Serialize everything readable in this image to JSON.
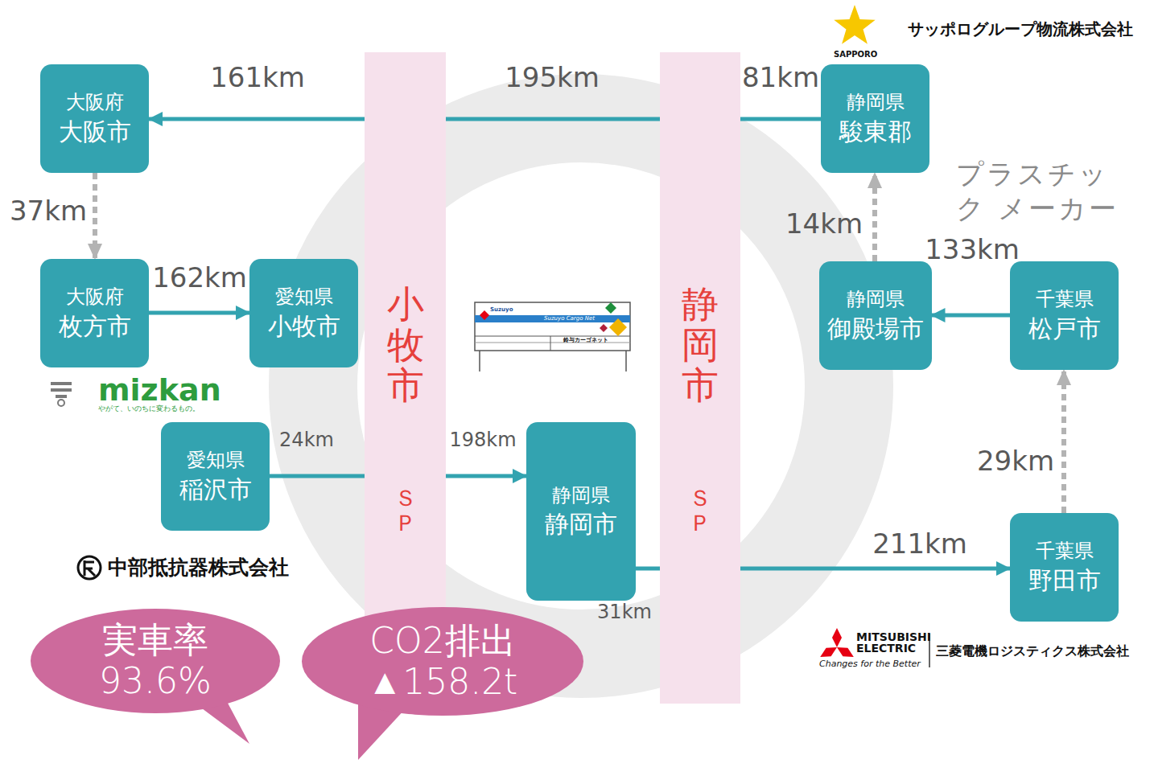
{
  "diagram": {
    "nodes": [
      {
        "text": [
          "大阪府",
          "大阪市"
        ]
      },
      {
        "text": [
          "小牧市",
          "ＳＰ"
        ]
      },
      {
        "text": [
          "静岡市",
          "ＳＰ"
        ]
      },
      {
        "text": [
          "静岡県",
          "駿東郡"
        ]
      },
      {
        "text": [
          "大阪府",
          "枚方市"
        ]
      },
      {
        "text": [
          "愛知県",
          "小牧市"
        ]
      },
      {
        "text": [
          "静岡県",
          "御殿場市"
        ]
      },
      {
        "text": [
          "千葉県",
          "松戸市"
        ]
      },
      {
        "text": [
          "愛知県",
          "稲沢市"
        ]
      },
      {
        "text": [
          "静岡県",
          "静岡市"
        ]
      },
      {
        "text": [
          "千葉県",
          "野田市"
        ]
      },
      {
        "text": [
          "実車率",
          "93.6%"
        ]
      },
      {
        "text": [
          "CO2排出",
          "▲158.2t"
        ]
      }
    ],
    "edges": [
      {
        "from": 3,
        "to": 2,
        "label": "81km",
        "arrow": "none"
      },
      {
        "from": 2,
        "to": 1,
        "label": "195km",
        "arrow": "none"
      },
      {
        "from": 1,
        "to": 0,
        "label": "161km",
        "arrow": "to"
      },
      {
        "from": 0,
        "to": 4,
        "label": "37km",
        "arrow": "to"
      },
      {
        "from": 4,
        "to": 5,
        "label": "162km",
        "arrow": "to"
      },
      {
        "from": 8,
        "to": 1,
        "label": "24km",
        "arrow": "none"
      },
      {
        "from": 1,
        "to": 9,
        "label": "198km",
        "arrow": "to"
      },
      {
        "from": 9,
        "to": 2,
        "label": "31km",
        "arrow": "none"
      },
      {
        "from": 2,
        "to": 10,
        "label": "211km",
        "arrow": "to"
      },
      {
        "from": 10,
        "to": 7,
        "label": "29km",
        "arrow": "to"
      },
      {
        "from": 7,
        "to": 6,
        "label": "133km",
        "arrow": "to"
      },
      {
        "from": 6,
        "to": 3,
        "label": "14km",
        "arrow": "to"
      }
    ],
    "labels": [
      "サッポログループ物流株式会社",
      "SAPPORO",
      "プラスチック メーカー",
      "mizkan",
      "やがて、いのちに変わるもの。",
      "Suzuyo",
      "Suzuyo Cargo Net",
      "鈴与カーゴネット",
      "中部抵抗器株式会社",
      "MITSUBISHI ELECTRIC",
      "Changes for the Better",
      "三菱電機ロジスティクス株式会社"
    ]
  }
}
